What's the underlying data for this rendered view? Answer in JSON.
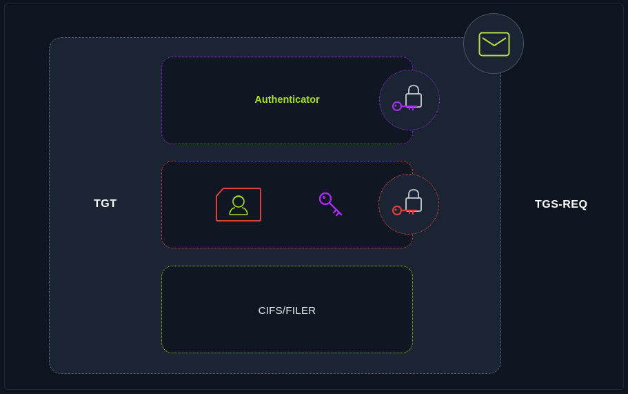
{
  "diagram": {
    "side_labels": {
      "left": "TGT",
      "right": "TGS-REQ"
    },
    "panels": [
      {
        "id": "authenticator",
        "label": "Authenticator",
        "border_color": "#8b2be0",
        "label_color": "#a8e22a",
        "lock_icon": "key-lock-icon"
      },
      {
        "id": "tgt",
        "label": "",
        "border_color": "#d94848",
        "icons": [
          "user-id-card-icon",
          "key-icon"
        ],
        "lock_icon": "key-lock-icon"
      },
      {
        "id": "service",
        "label": "CIFS/FILER",
        "border_color": "#8fc31a"
      }
    ],
    "corner_icon": "envelope-icon"
  },
  "colors": {
    "background": "#0f1520",
    "container": "#1b2432",
    "panel": "#111722",
    "purple": "#8b2be0",
    "red": "#d94848",
    "green": "#8fc31a",
    "lime": "#a8e22a",
    "envelope": "#b6e04a"
  }
}
